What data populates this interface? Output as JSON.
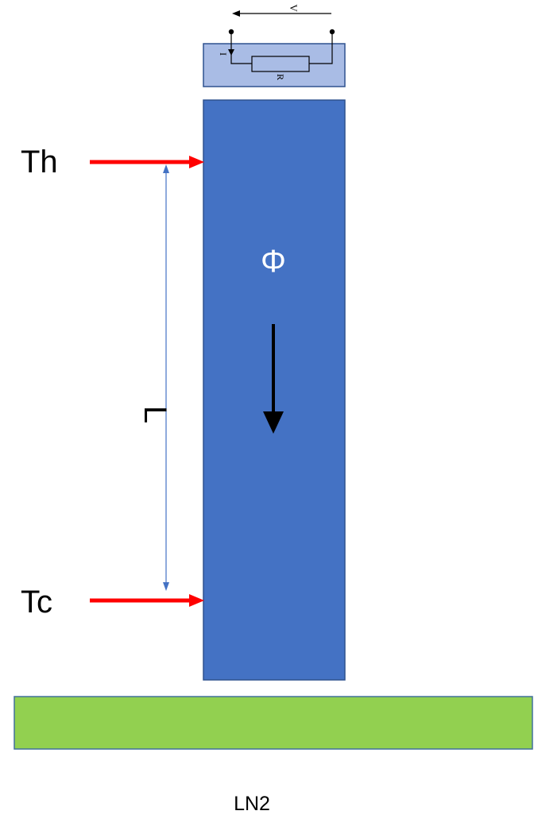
{
  "labels": {
    "th": "Th",
    "tc": "Tc",
    "length": "L",
    "flux": "Φ",
    "bath": "LN2"
  },
  "circuit": {
    "voltage": "V",
    "current": "I",
    "resistor": "R"
  },
  "colors": {
    "sample_fill": "#4472C4",
    "sample_stroke": "#2F528F",
    "heater_box_fill": "#A9BCE5",
    "bath_fill": "#92D050",
    "bath_stroke": "#41719C",
    "thermocouple_arrow": "#FF0000",
    "dimension_line": "#4472C4",
    "flux_arrow": "#000000",
    "flux_label": "#FFFFFF"
  }
}
